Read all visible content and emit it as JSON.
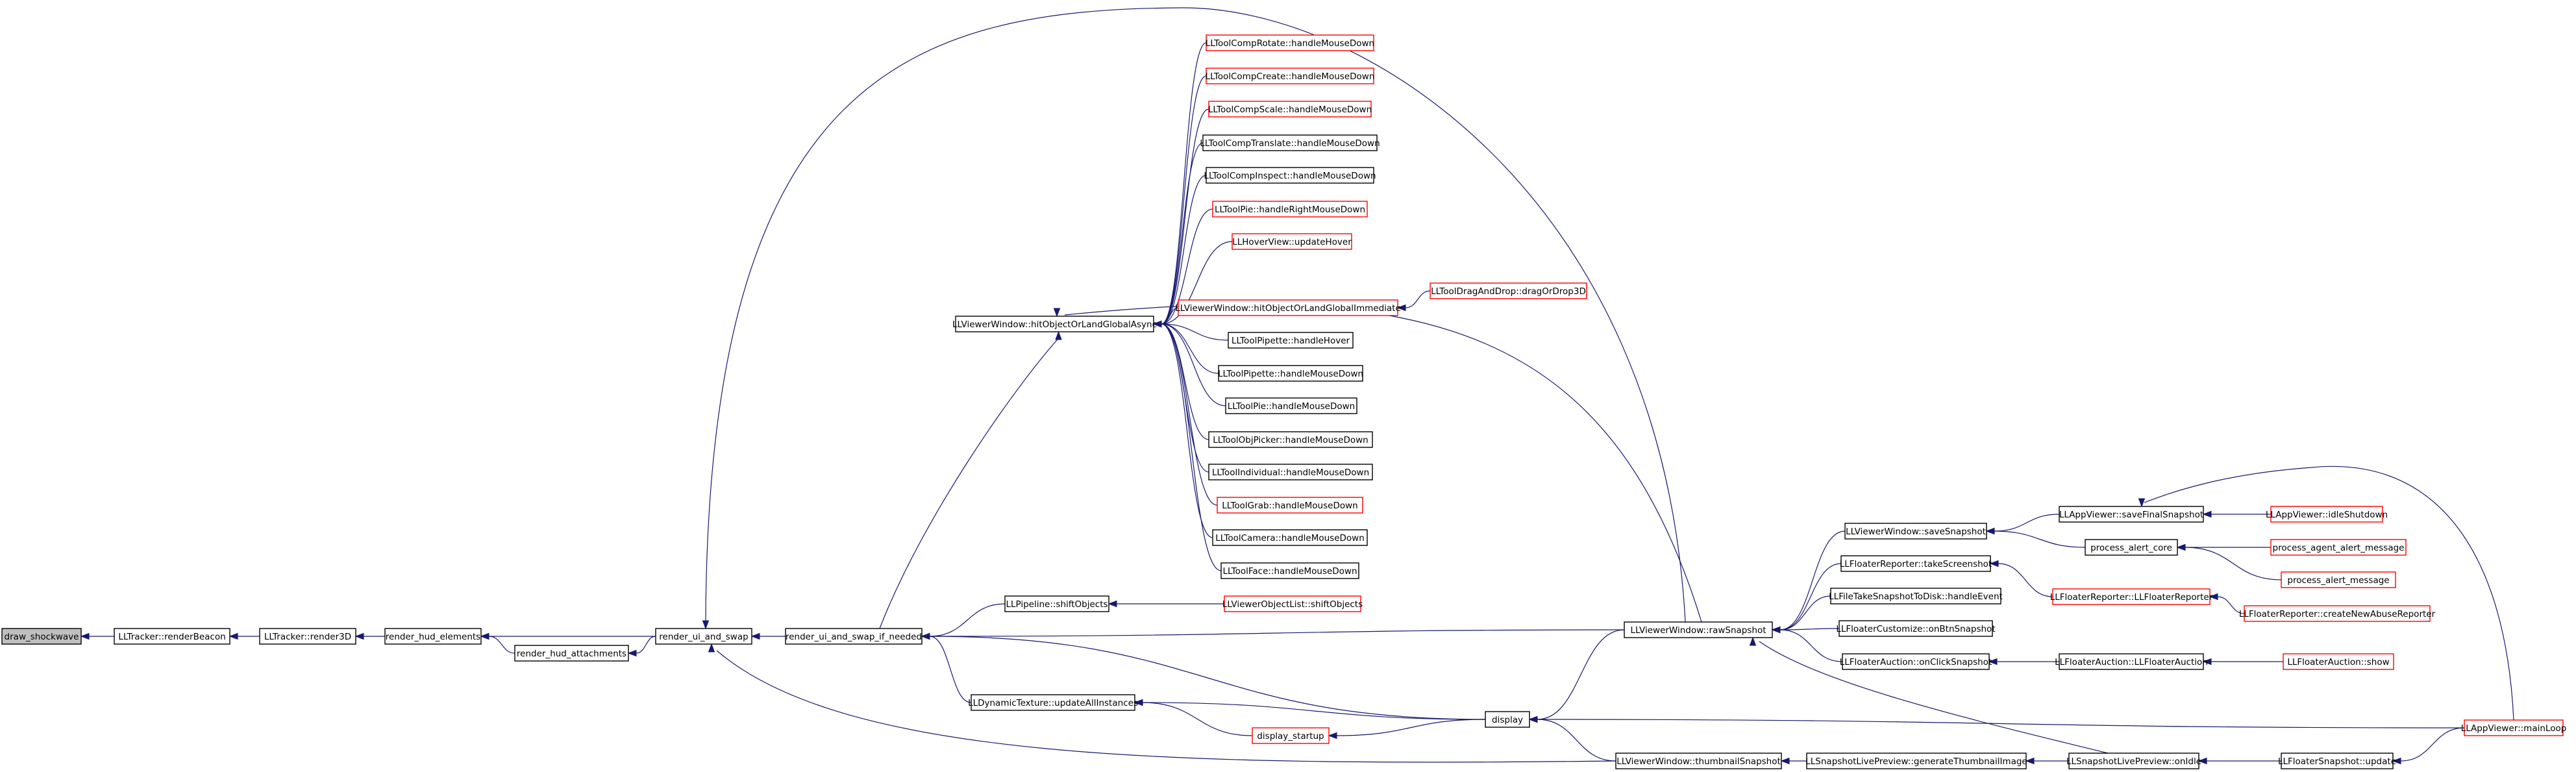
{
  "nodes": {
    "draw_shockwave": "draw_shockwave",
    "render_beacon": "LLTracker::renderBeacon",
    "render_3d": "LLTracker::render3D",
    "render_hud_elements": "render_hud_elements",
    "render_hud_attachments": "render_hud_attachments",
    "render_ui_and_swap": "render_ui_and_swap",
    "render_ui_and_swap_if_needed": "render_ui_and_swap_if_needed",
    "hit_object_async": "LLViewerWindow::hitObjectOrLandGlobalAsync",
    "comp_rotate": "LLToolCompRotate::handleMouseDown",
    "comp_create": "LLToolCompCreate::handleMouseDown",
    "comp_scale": "LLToolCompScale::handleMouseDown",
    "comp_translate": "LLToolCompTranslate::handleMouseDown",
    "comp_inspect": "LLToolCompInspect::handleMouseDown",
    "pie_right": "LLToolPie::handleRightMouseDown",
    "hover_view": "LLHoverView::updateHover",
    "hit_object_immediate": "LLViewerWindow::hitObjectOrLandGlobalImmediate",
    "drag_drop": "LLToolDragAndDrop::dragOrDrop3D",
    "pipette_hover": "LLToolPipette::handleHover",
    "pipette_down": "LLToolPipette::handleMouseDown",
    "pie_down": "LLToolPie::handleMouseDown",
    "obj_picker": "LLToolObjPicker::handleMouseDown",
    "individual": "LLToolIndividual::handleMouseDown",
    "grab": "LLToolGrab::handleMouseDown",
    "camera": "LLToolCamera::handleMouseDown",
    "face": "LLToolFace::handleMouseDown",
    "pipeline_shift": "LLPipeline::shiftObjects",
    "objectlist_shift": "LLViewerObjectList::shiftObjects",
    "dyn_texture": "LLDynamicTexture::updateAllInstances",
    "display_startup": "display_startup",
    "display": "display",
    "raw_snapshot": "LLViewerWindow::rawSnapshot",
    "thumbnail_snapshot": "LLViewerWindow::thumbnailSnapshot",
    "save_snapshot": "LLViewerWindow::saveSnapshot",
    "take_screenshot": "LLFloaterReporter::takeScreenshot",
    "take_snapshot_disk": "LLFileTakeSnapshotToDisk::handleEvent",
    "customize_snapshot": "LLFloaterCustomize::onBtnSnapshot",
    "auction_snapshot": "LLFloaterAuction::onClickSnapshot",
    "save_final": "LLAppViewer::saveFinalSnapshot",
    "process_alert_core": "process_alert_core",
    "reporter_ctor": "LLFloaterReporter::LLFloaterReporter",
    "auction_ctor": "LLFloaterAuction::LLFloaterAuction",
    "idle_shutdown": "LLAppViewer::idleShutdown",
    "process_agent_alert": "process_agent_alert_message",
    "process_alert": "process_alert_message",
    "create_abuse": "LLFloaterReporter::createNewAbuseReporter",
    "auction_show": "LLFloaterAuction::show",
    "gen_thumbnail": "LLSnapshotLivePreview::generateThumbnailImage",
    "live_preview_idle": "LLSnapshotLivePreview::onIdle",
    "floater_snapshot_update": "LLFloaterSnapshot::update",
    "main_loop": "LLAppViewer::mainLoop"
  },
  "colors": {
    "edge": "#191970",
    "node_border": "#000000",
    "node_border_truncated": "#ff0000",
    "start_node_fill": "#bfbfbf",
    "background": "#ffffff"
  }
}
